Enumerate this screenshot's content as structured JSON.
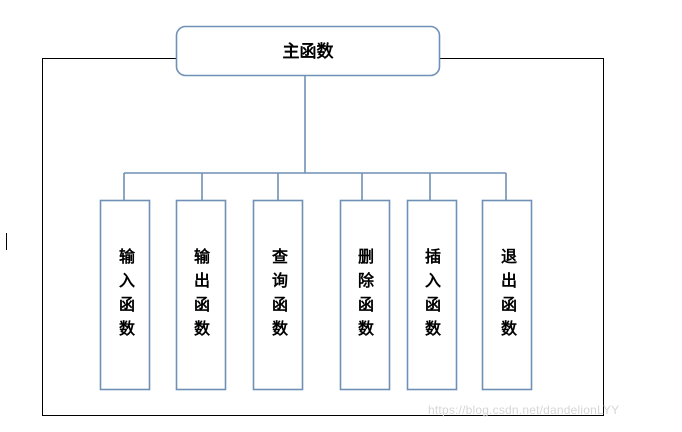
{
  "diagram": {
    "root": {
      "label": "主函数"
    },
    "children": [
      {
        "label": "输入函数"
      },
      {
        "label": "输出函数"
      },
      {
        "label": "查询函数"
      },
      {
        "label": "删除函数"
      },
      {
        "label": "插入函数"
      },
      {
        "label": "退出函数"
      }
    ],
    "colors": {
      "box_stroke": "#6f91b5",
      "connector": "#6f91b5",
      "frame": "#000000",
      "text": "#000000"
    }
  },
  "watermark": "https://blog.csdn.net/dandelionLYY"
}
